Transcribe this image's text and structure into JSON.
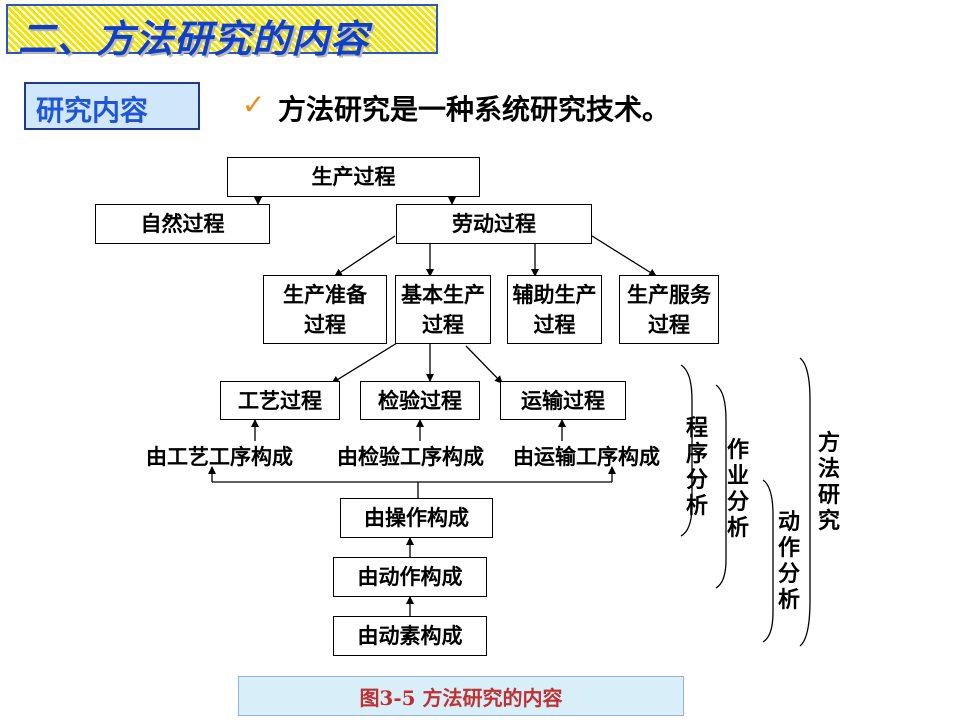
{
  "title": "二、方法研究的内容",
  "badge": "研究内容",
  "checkmark": "✓",
  "statement": "方法研究是一种系统研究技术。",
  "nodes": {
    "production": "生产过程",
    "natural": "自然过程",
    "labor": "劳动过程",
    "prep": "生产准备过程",
    "basic": "基本生产过程",
    "aux": "辅助生产过程",
    "service": "生产服务过程",
    "craft": "工艺过程",
    "inspect": "检验过程",
    "transport": "运输过程",
    "op": "由操作构成",
    "action": "由动作构成",
    "element": "由动素构成"
  },
  "labels": {
    "craft_steps": "由工艺工序构成",
    "inspect_steps": "由检验工序构成",
    "transport_steps": "由运输工序构成"
  },
  "brackets": {
    "procedure": "程序分析",
    "operation": "作业分析",
    "motion": "动作分析",
    "method": "方法研究"
  },
  "caption": "图3-5  方法研究的内容",
  "colors": {
    "title_blue": "#1040c8",
    "banner_yellow": "#f4e200",
    "badge_bg": "#cfe7f8",
    "check_orange": "#f08a14",
    "caption_red": "#c03030",
    "caption_bg": "#d8eef9"
  }
}
